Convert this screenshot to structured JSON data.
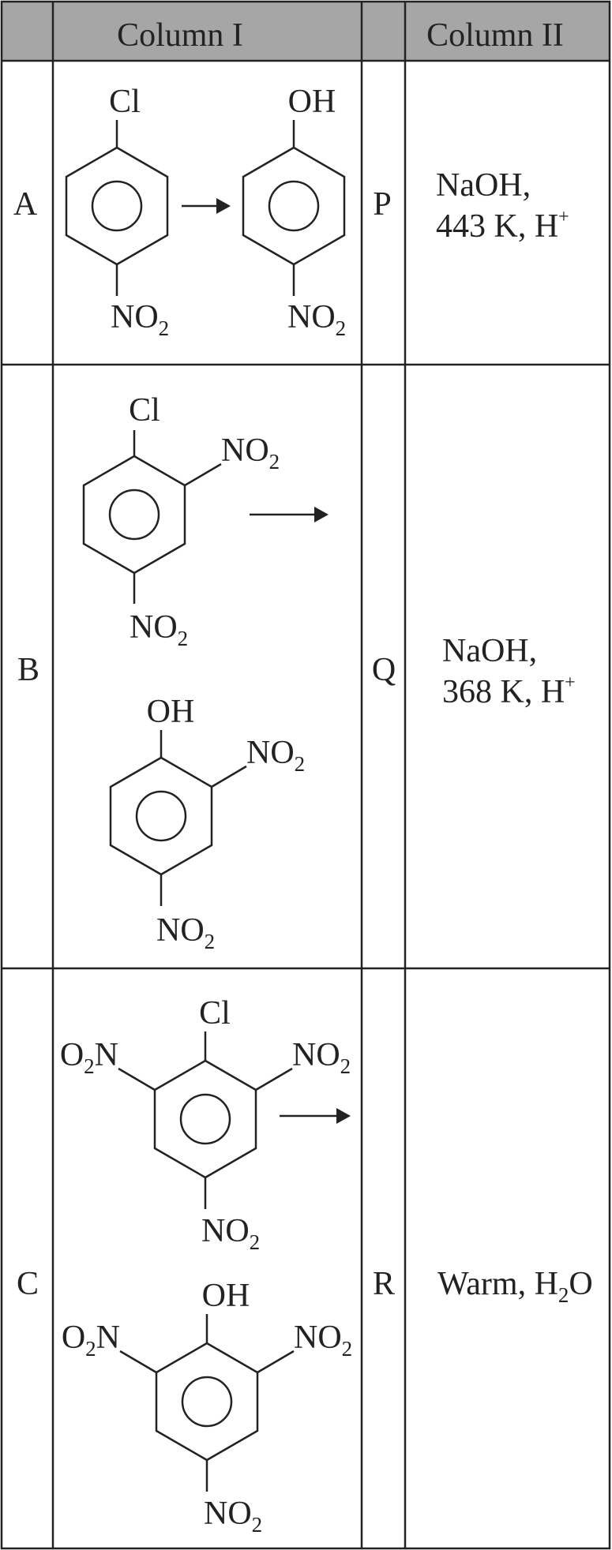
{
  "header": {
    "column_1": "Column I",
    "column_2": "Column II",
    "background": "#a6a6a6"
  },
  "rows": [
    {
      "left_label": "A",
      "right_label": "P",
      "reactant": {
        "top": "Cl",
        "bottom": "NO2"
      },
      "product": {
        "top": "OH",
        "bottom": "NO2"
      },
      "conditions": {
        "line1": "NaOH,",
        "line2": "443 K, H",
        "line2_sup": "+"
      }
    },
    {
      "left_label": "B",
      "right_label": "Q",
      "reactant": {
        "top": "Cl",
        "ortho": "NO2",
        "bottom": "NO2"
      },
      "product": {
        "top": "OH",
        "ortho": "NO2",
        "bottom": "NO2"
      },
      "conditions": {
        "line1": "NaOH,",
        "line2": "368 K, H",
        "line2_sup": "+"
      }
    },
    {
      "left_label": "C",
      "right_label": "R",
      "reactant": {
        "top": "Cl",
        "left": "O2N",
        "right": "NO2",
        "bottom": "NO2"
      },
      "product": {
        "top": "OH",
        "left": "O2N",
        "right": "NO2",
        "bottom": "NO2"
      },
      "conditions": {
        "line1": "Warm, H",
        "line1_sub": "2",
        "line1_end": "O"
      }
    }
  ],
  "icons": {
    "arrow": "reaction-arrow-icon",
    "ring": "benzene-ring-icon"
  }
}
